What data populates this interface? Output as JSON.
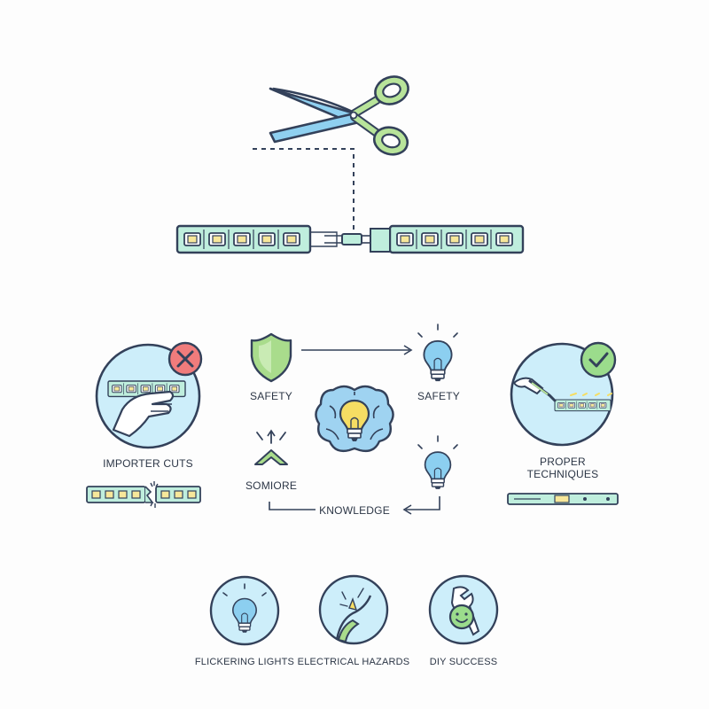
{
  "labels": {
    "importer_cuts": "IMPORTER CUTS",
    "proper_techniques_line1": "PROPER",
    "proper_techniques_line2": "TECHNIQUES",
    "safety_shield": "SAFETY",
    "safety_bulb": "SAFETY",
    "somiore": "SOMIORE",
    "knowledge": "KNOWLEDGE",
    "flickering_lights": "FLICKERING LIGHTS",
    "electrical_hazards": "ELECTRICAL HAZARDS",
    "diy_success": "DIY SUCCESS"
  },
  "colors": {
    "outline": "#33415a",
    "strip_fill": "#bfeedd",
    "led_fill": "#f7e79a",
    "blade": "#8fd0f0",
    "handle": "#b8e49a",
    "circle_fill": "#cdeefa",
    "shield": "#a9dc8c",
    "bulb_blue": "#8ccff0",
    "bulb_yellow": "#f6dd63",
    "error_red": "#f07c7c",
    "success_green": "#9bdc8c"
  },
  "icons": [
    "scissors-icon",
    "led-strip-icon",
    "shield-icon",
    "lightbulb-icon",
    "brain-icon",
    "x-icon",
    "check-icon",
    "hand-icon",
    "arrows-icon",
    "spark-icon",
    "wrench-icon",
    "smiley-icon"
  ]
}
